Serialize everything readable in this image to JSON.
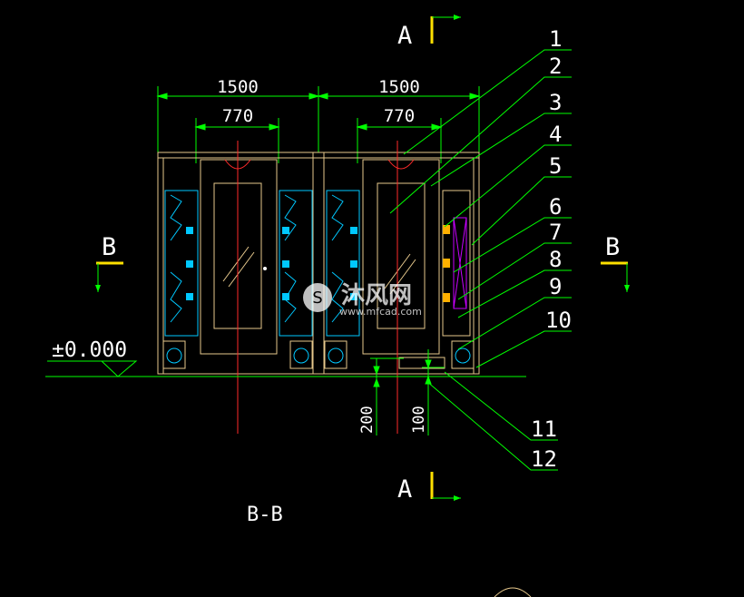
{
  "drawing": {
    "section_markers": {
      "a_top": "A",
      "a_bottom": "A",
      "b_left": "B",
      "b_right": "B"
    },
    "dimensions": {
      "bay_width_left": "1500",
      "bay_width_right": "1500",
      "door_width_left": "770",
      "door_width_right": "770",
      "height_200": "200",
      "height_100": "100"
    },
    "elevation_label": "±0.000",
    "callouts": [
      "1",
      "2",
      "3",
      "4",
      "5",
      "6",
      "7",
      "8",
      "9",
      "10",
      "11",
      "12"
    ],
    "section_title": "B-B",
    "watermark": {
      "brand": "沐风网",
      "url": "www.mfcad.com"
    },
    "colors": {
      "background": "#000000",
      "outline": "#e6c88c",
      "dimension": "#00ff00",
      "text": "#ffffff",
      "centerline": "#ff2a2a",
      "cyan": "#00c8ff",
      "accent_yellow": "#ffe000",
      "magenta": "#c800ff"
    }
  }
}
